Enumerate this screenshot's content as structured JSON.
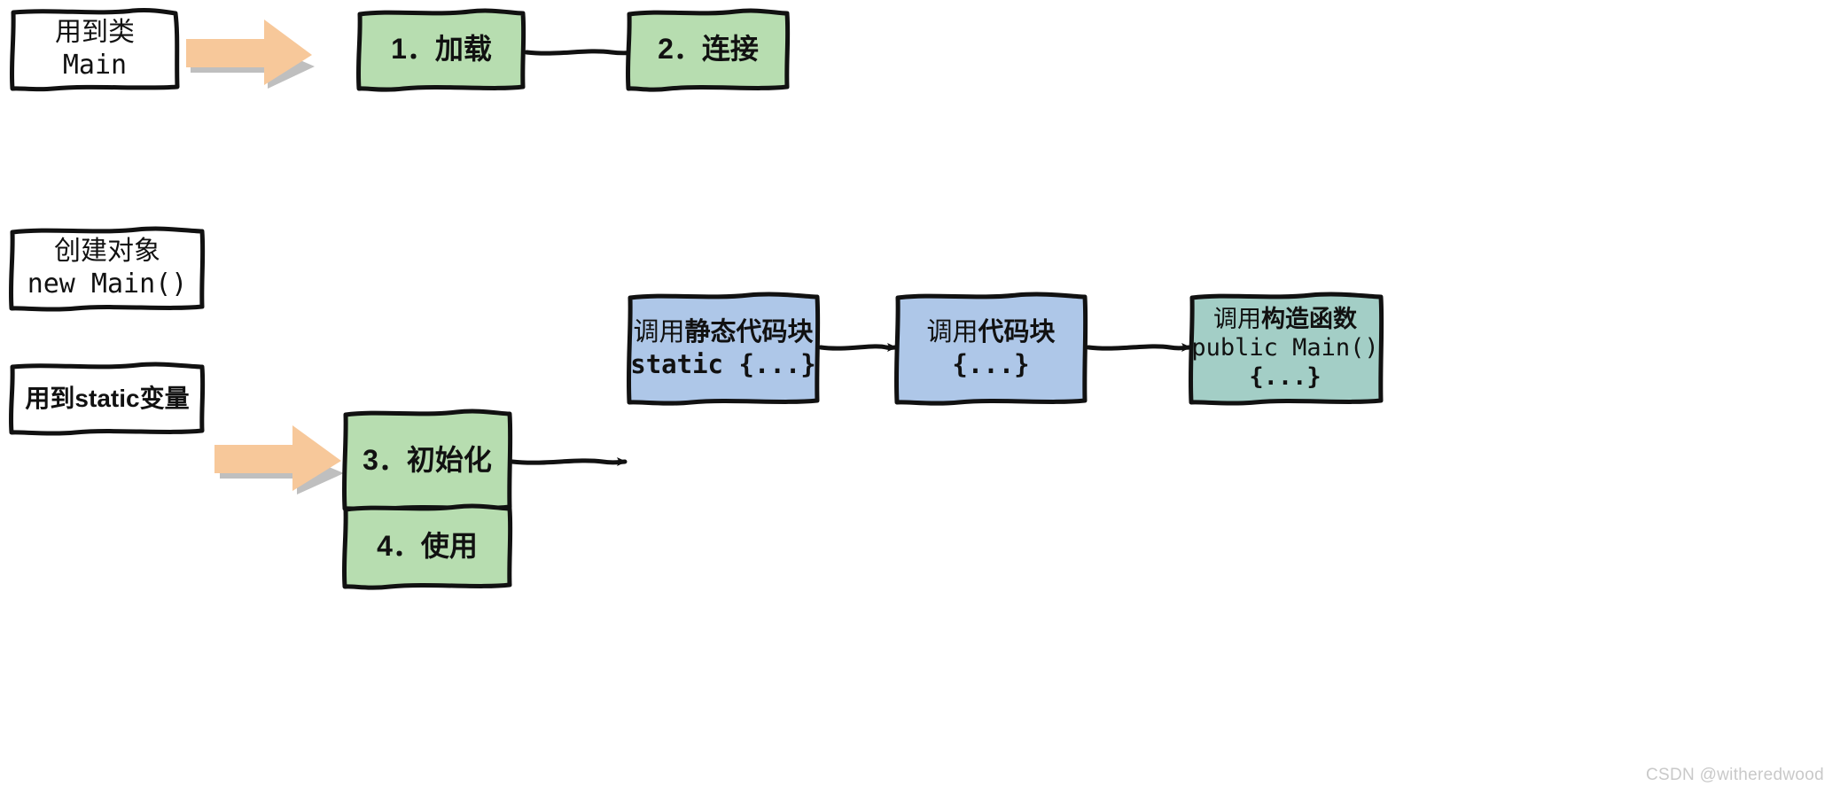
{
  "diagram": {
    "title": "Java 类加载与初始化流程图",
    "type": "flowchart",
    "colors": {
      "white_fill": "#ffffff",
      "green_fill": "#b7ddb0",
      "blue_fill": "#aec7e8",
      "teal_fill": "#a3cec6",
      "stroke": "#111111",
      "arrow_orange": "#f7c89a",
      "arrow_shadow": "#bfbfbf",
      "watermark": "#c9c9c9"
    },
    "nodes": [
      {
        "id": "use-class",
        "shape": "rect-sketch",
        "fill": "#ffffff",
        "lines": [
          {
            "text": "用到类",
            "bold": false,
            "mono": false
          },
          {
            "text": "Main",
            "bold": false,
            "mono": true
          }
        ]
      },
      {
        "id": "step1-load",
        "shape": "rect-sketch",
        "fill": "#b7ddb0",
        "lines": [
          {
            "text": "1．加载",
            "bold": true,
            "mono": false
          }
        ]
      },
      {
        "id": "step2-link",
        "shape": "rect-sketch",
        "fill": "#b7ddb0",
        "lines": [
          {
            "text": "2．连接",
            "bold": true,
            "mono": false
          }
        ]
      },
      {
        "id": "create-object",
        "shape": "rect-sketch",
        "fill": "#ffffff",
        "lines": [
          {
            "text": "创建对象",
            "bold": false,
            "mono": false
          },
          {
            "text": "new Main()",
            "bold": false,
            "mono": true
          }
        ]
      },
      {
        "id": "use-static-var",
        "shape": "rect-sketch",
        "fill": "#ffffff",
        "lines": [
          {
            "text": "用到static变量",
            "bold": true,
            "mono": false
          }
        ]
      },
      {
        "id": "step3-init",
        "shape": "rect-sketch",
        "fill": "#b7ddb0",
        "lines": [
          {
            "text": "3．初始化",
            "bold": true,
            "mono": false
          }
        ]
      },
      {
        "id": "call-static-block",
        "shape": "rect-sketch",
        "fill": "#aec7e8",
        "lines": [
          {
            "text_prefix": "调用",
            "text_bold": "静态代码块",
            "bold": false,
            "mono": false
          },
          {
            "text": "static {...}",
            "bold": true,
            "mono": true
          }
        ]
      },
      {
        "id": "call-code-block",
        "shape": "rect-sketch",
        "fill": "#aec7e8",
        "lines": [
          {
            "text_prefix": "调用",
            "text_bold": "代码块",
            "bold": false,
            "mono": false
          },
          {
            "text": "{...}",
            "bold": true,
            "mono": true
          }
        ]
      },
      {
        "id": "call-constructor",
        "shape": "rect-sketch",
        "fill": "#a3cec6",
        "lines": [
          {
            "text_prefix": "调用",
            "text_bold": "构造函数",
            "bold": false,
            "mono": false
          },
          {
            "text": "public Main()",
            "bold": false,
            "mono": true
          },
          {
            "text": "{...}",
            "bold": true,
            "mono": true
          }
        ]
      },
      {
        "id": "step4-use",
        "shape": "rect-sketch",
        "fill": "#b7ddb0",
        "lines": [
          {
            "text": "4．使用",
            "bold": true,
            "mono": false
          }
        ]
      }
    ],
    "edges": [
      {
        "from": "use-class",
        "to": "step1-load",
        "style": "thick-orange"
      },
      {
        "from": "step1-load",
        "to": "step2-link",
        "style": "thin-black"
      },
      {
        "from": "create-object",
        "to": "step3-init",
        "style": "thick-orange"
      },
      {
        "from": "use-static-var",
        "to": "step3-init",
        "style": "thick-orange"
      },
      {
        "from": "step3-init",
        "to": "call-static-block",
        "style": "thin-black"
      },
      {
        "from": "call-static-block",
        "to": "call-code-block",
        "style": "thin-black"
      },
      {
        "from": "call-code-block",
        "to": "call-constructor",
        "style": "thin-black"
      }
    ]
  },
  "labels": {
    "use_class_l1": "用到类",
    "use_class_l2": "Main",
    "step1": "1．加载",
    "step2": "2．连接",
    "create_object_l1": "创建对象",
    "create_object_l2": "new Main()",
    "use_static_var": "用到static变量",
    "step3": "3．初始化",
    "static_block_prefix": "调用",
    "static_block_bold": "静态代码块",
    "static_block_l2": "static {...}",
    "code_block_prefix": "调用",
    "code_block_bold": "代码块",
    "code_block_l2": "{...}",
    "constructor_prefix": "调用",
    "constructor_bold": "构造函数",
    "constructor_l2": "public Main()",
    "constructor_l3": "{...}",
    "step4": "4．使用"
  },
  "watermark": {
    "text": "CSDN @witheredwood"
  }
}
